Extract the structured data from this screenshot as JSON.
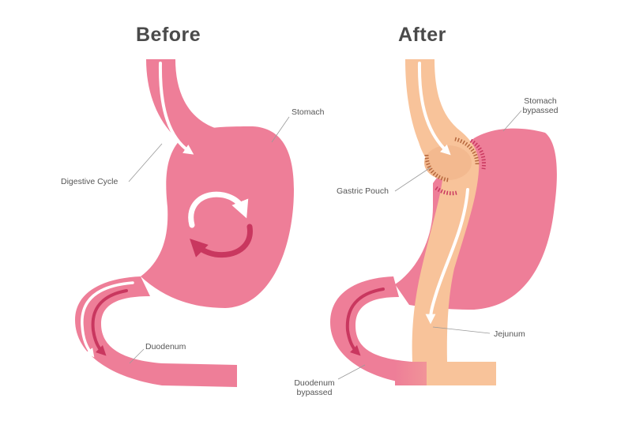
{
  "panels": {
    "before": {
      "title": "Before",
      "labels": {
        "stomach": "Stomach",
        "digestive_cycle": "Digestive Cycle",
        "duodenum": "Duodenum"
      }
    },
    "after": {
      "title": "After",
      "labels": {
        "stomach_bypassed": "Stomach bypassed",
        "stomach_bypassed_line1": "Stomach",
        "stomach_bypassed_line2": "bypassed",
        "gastric_pouch": "Gastric Pouch",
        "jejunum": "Jejunum",
        "duodenum_bypassed_line1": "Duodenum",
        "duodenum_bypassed_line2": "bypassed"
      }
    }
  },
  "colors": {
    "stomach_pink": "#ee7e98",
    "arrow_dark_pink": "#c9375f",
    "bypass_peach": "#f8c39a",
    "staple_brown": "#b5663c",
    "heading_gray": "#4a4a4a",
    "label_gray": "#555555",
    "leader_line": "#9a9a9a"
  }
}
